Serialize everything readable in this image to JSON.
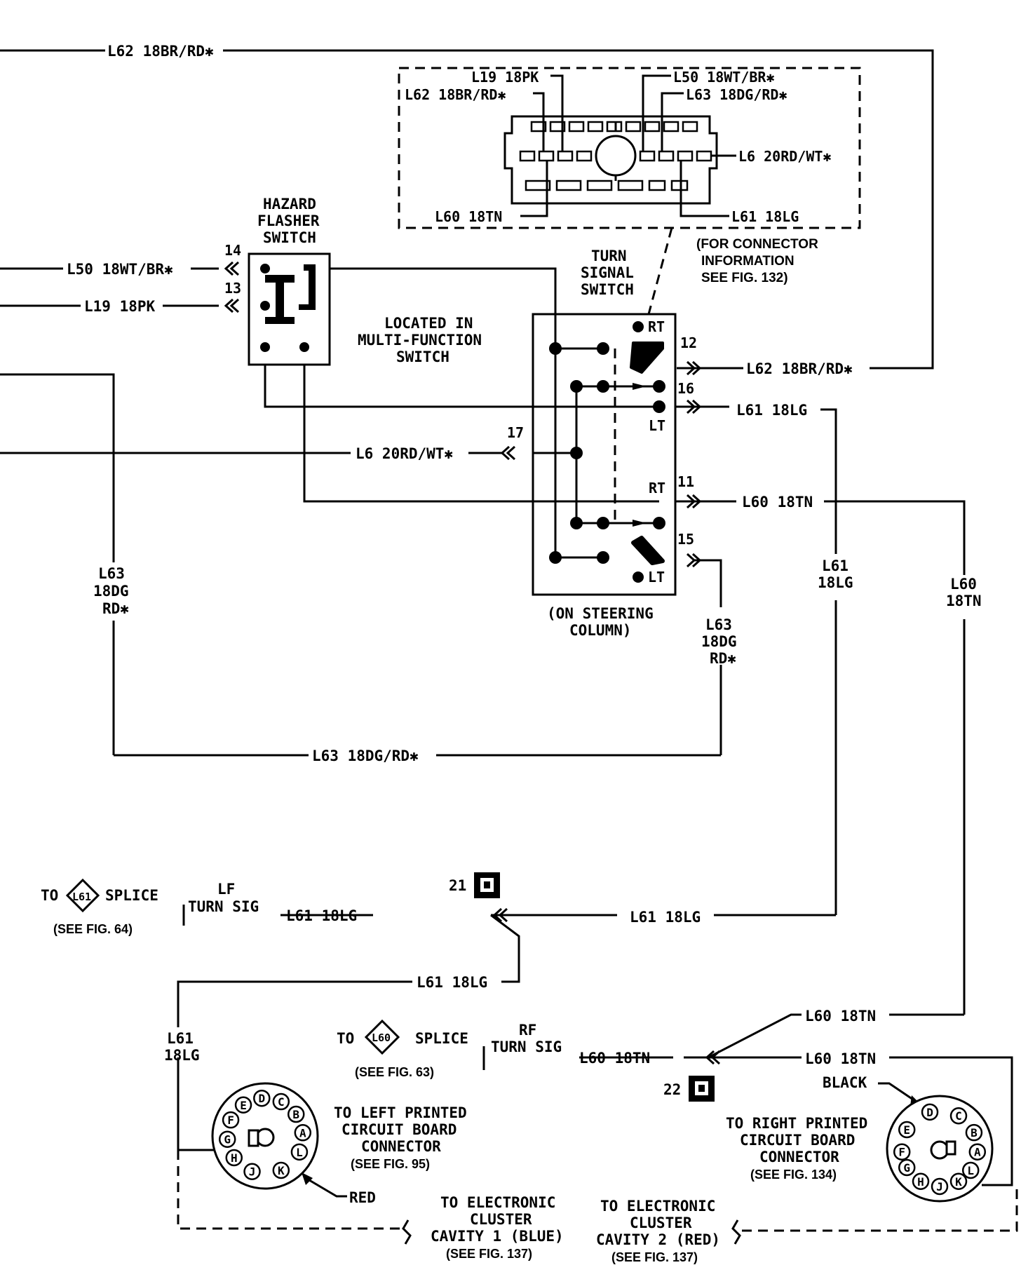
{
  "wires": {
    "l62_top": "L62 18BR/RD✱",
    "l50_left": "L50 18WT/BR✱",
    "l19_left": "L19 18PK",
    "l6_mid": "L6 20RD/WT✱",
    "l62_right": "L62 18BR/RD✱",
    "l61_right": "L61 18LG",
    "l60_right": "L60 18TN",
    "l63_bottom": "L63 18DG/RD✱",
    "l63_left_1": "L63",
    "l63_left_2": "18DG",
    "l63_left_3": "RD✱",
    "l63_right_1": "L63",
    "l63_right_2": "18DG",
    "l63_right_3": "RD✱",
    "l61_vert_1": "L61",
    "l61_vert_2": "18LG",
    "l60_vert_1": "L60",
    "l60_vert_2": "18TN",
    "l61_lower_a": "L61 18LG",
    "l61_lower_b": "L61 18LG",
    "l61_lower_c": "L61 18LG",
    "l61_low_vert_1": "L61",
    "l61_low_vert_2": "18LG",
    "l60_lower_a": "L60 18TN",
    "l60_lower_b": "L60 18TN",
    "l60_lower_c": "L60 18TN"
  },
  "connector_box": {
    "l19": "L19 18PK",
    "l62": "L62 18BR/RD✱",
    "l50": "L50 18WT/BR✱",
    "l63": "L63 18DG/RD✱",
    "l6": "L6 20RD/WT✱",
    "l60": "L60 18TN",
    "l61": "L61 18LG",
    "note_1": "(FOR CONNECTOR",
    "note_2": "INFORMATION",
    "note_3": "SEE FIG. 132)"
  },
  "hazard": {
    "line1": "HAZARD",
    "line2": "FLASHER",
    "line3": "SWITCH"
  },
  "located": {
    "line1": "LOCATED IN",
    "line2": "MULTI-FUNCTION",
    "line3": "SWITCH"
  },
  "turn_signal": {
    "line1": "TURN",
    "line2": "SIGNAL",
    "line3": "SWITCH"
  },
  "steering": {
    "line1": "(ON STEERING",
    "line2": "COLUMN)"
  },
  "pins": {
    "p14": "14",
    "p13": "13",
    "p12": "12",
    "p16": "16",
    "p17": "17",
    "p11": "11",
    "p15": "15",
    "rt1": "RT",
    "lt1": "LT",
    "rt2": "RT",
    "lt2": "LT"
  },
  "lower_left": {
    "to": "TO",
    "splice_id": "L61",
    "splice": "SPLICE",
    "see": "(SEE FIG. 64)",
    "lf": "LF",
    "turn_sig": "TURN SIG"
  },
  "lower_mid": {
    "to": "TO",
    "splice_id": "L60",
    "splice": "SPLICE",
    "see": "(SEE FIG. 63)",
    "rf": "RF",
    "turn_sig": "TURN SIG"
  },
  "connectors": {
    "c21": "21",
    "c22": "22"
  },
  "left_pcb": {
    "line1": "TO LEFT PRINTED",
    "line2": "CIRCUIT BOARD",
    "line3": "CONNECTOR",
    "see": "(SEE FIG. 95)",
    "red": "RED",
    "pins": [
      "D",
      "C",
      "E",
      "B",
      "F",
      "A",
      "G",
      "L",
      "H",
      "J",
      "K"
    ]
  },
  "right_pcb": {
    "black": "BLACK",
    "line1": "TO RIGHT PRINTED",
    "line2": "CIRCUIT BOARD",
    "line3": "CONNECTOR",
    "see": "(SEE FIG. 134)",
    "pins": [
      "E",
      "D",
      "C",
      "F",
      "B",
      "G",
      "A",
      "L",
      "H",
      "J",
      "K"
    ]
  },
  "cluster_1": {
    "line1": "TO ELECTRONIC",
    "line2": "CLUSTER",
    "line3": "CAVITY 1 (BLUE)",
    "see": "(SEE FIG. 137)"
  },
  "cluster_2": {
    "line1": "TO ELECTRONIC",
    "line2": "CLUSTER",
    "line3": "CAVITY 2 (RED)",
    "see": "(SEE FIG. 137)"
  }
}
